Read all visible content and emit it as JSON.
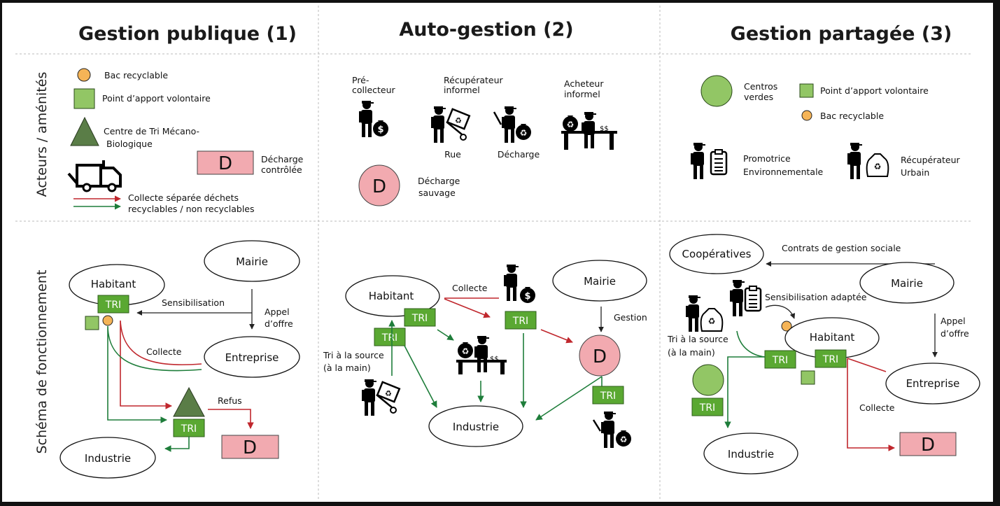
{
  "colors": {
    "tri_green": "#5aa832",
    "light_green": "#92c665",
    "dark_green_triangle": "#5a7d47",
    "orange_bac": "#f5b457",
    "pink_decharge": "#f2aab0",
    "red_arrow": "#c0272d",
    "green_arrow": "#1e7d3a",
    "black_arrow": "#222222"
  },
  "columns": [
    {
      "title": "Gestion publique (1)"
    },
    {
      "title": "Auto-gestion (2)"
    },
    {
      "title": "Gestion partagée (3)"
    }
  ],
  "rows": {
    "acteurs": "Acteurs / aménités",
    "schema": "Schéma de fonctionnement"
  },
  "tri_label": "TRI",
  "d_label": "D",
  "col1": {
    "legend": {
      "bac": "Bac recyclable",
      "pav": "Point d’apport volontaire",
      "centre_l1": "Centre de Tri Mécano-",
      "centre_l2": "Biologique",
      "decharge_l1": "Décharge",
      "decharge_l2": "contrôlée",
      "collecte_l1": "Collecte séparée déchets",
      "collecte_l2": "recyclables / non recyclables"
    },
    "schema": {
      "habitant": "Habitant",
      "mairie": "Mairie",
      "entreprise": "Entreprise",
      "industrie": "Industrie",
      "sensibilisation": "Sensibilisation",
      "appel_l1": "Appel",
      "appel_l2": "d’offre",
      "collecte": "Collecte",
      "refus": "Refus"
    }
  },
  "col2": {
    "legend": {
      "pre_l1": "Pré-",
      "pre_l2": "collecteur",
      "recup_l1": "Récupérateur",
      "recup_l2": "informel",
      "rue": "Rue",
      "decharge": "Décharge",
      "acheteur_l1": "Acheteur",
      "acheteur_l2": "informel",
      "sauvage_l1": "Décharge",
      "sauvage_l2": "sauvage"
    },
    "schema": {
      "habitant": "Habitant",
      "mairie": "Mairie",
      "industrie": "Industrie",
      "collecte": "Collecte",
      "gestion": "Gestion",
      "tri_source_l1": "Tri à la source",
      "tri_source_l2": "(à la main)"
    }
  },
  "col3": {
    "legend": {
      "centros_l1": "Centros",
      "centros_l2": "verdes",
      "pav": "Point d’apport volontaire",
      "bac": "Bac recyclable",
      "promo_l1": "Promotrice",
      "promo_l2": "Environnementale",
      "recup_l1": "Récupérateur",
      "recup_l2": "Urbain"
    },
    "schema": {
      "cooperatives": "Coopératives",
      "contrats": "Contrats de gestion sociale",
      "mairie": "Mairie",
      "sensibilisation": "Sensibilisation adaptée",
      "habitant": "Habitant",
      "tri_source_l1": "Tri à la source",
      "tri_source_l2": "(à la main)",
      "appel_l1": "Appel",
      "appel_l2": "d’offre",
      "entreprise": "Entreprise",
      "collecte": "Collecte",
      "industrie": "Industrie"
    }
  }
}
